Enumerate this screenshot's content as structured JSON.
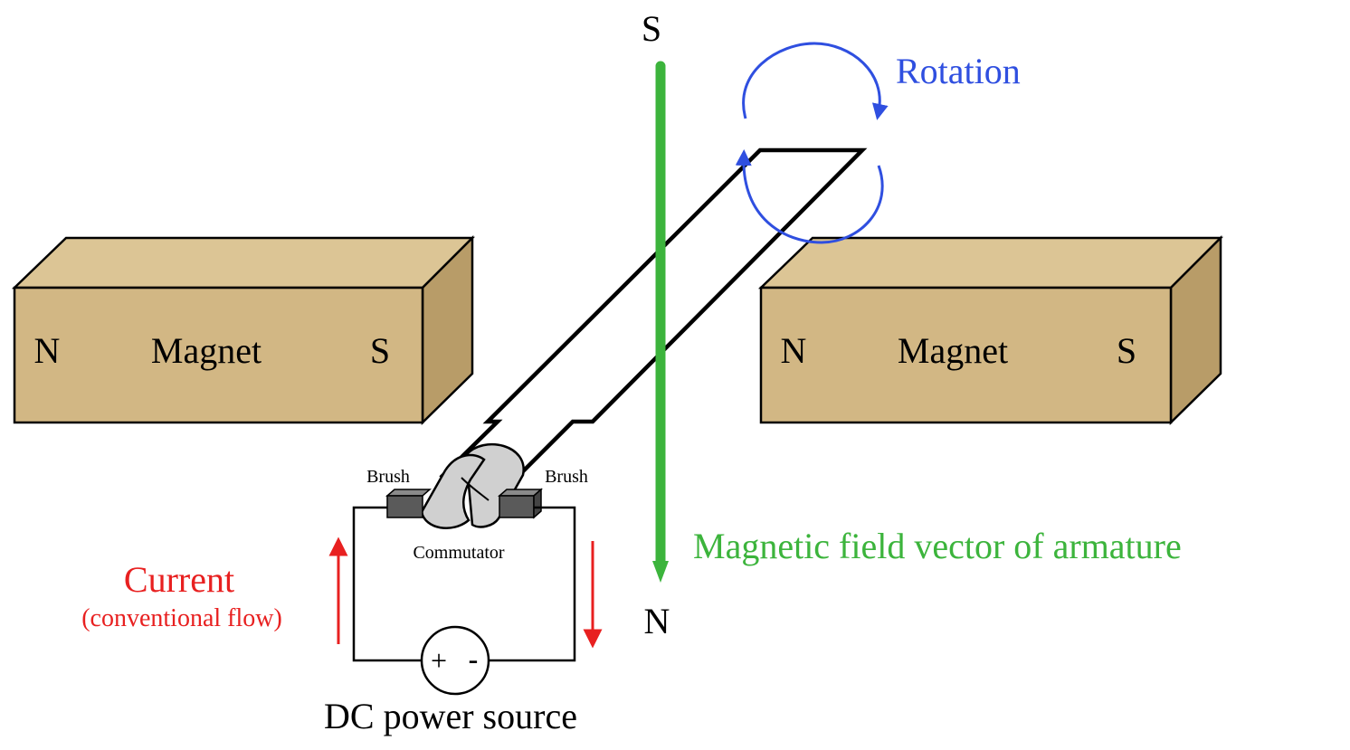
{
  "left_magnet": {
    "north_label": "N",
    "name": "Magnet",
    "south_label": "S"
  },
  "right_magnet": {
    "north_label": "N",
    "name": "Magnet",
    "south_label": "S"
  },
  "field_vector": {
    "top_pole": "S",
    "bottom_pole": "N",
    "label": "Magnetic field vector of armature"
  },
  "rotation": {
    "label": "Rotation"
  },
  "brushes": {
    "left_label": "Brush",
    "right_label": "Brush"
  },
  "commutator": {
    "label": "Commutator"
  },
  "current": {
    "label": "Current",
    "sublabel": "(conventional flow)"
  },
  "power_source": {
    "label": "DC power source",
    "plus": "+",
    "minus": "-"
  },
  "colors": {
    "magnet_fill": "#d2b784",
    "field_vector": "#3cb43c",
    "rotation": "#2f4fe0",
    "current": "#e82020",
    "brush": "#5a5a5a",
    "commutator": "#d0d0d0"
  }
}
